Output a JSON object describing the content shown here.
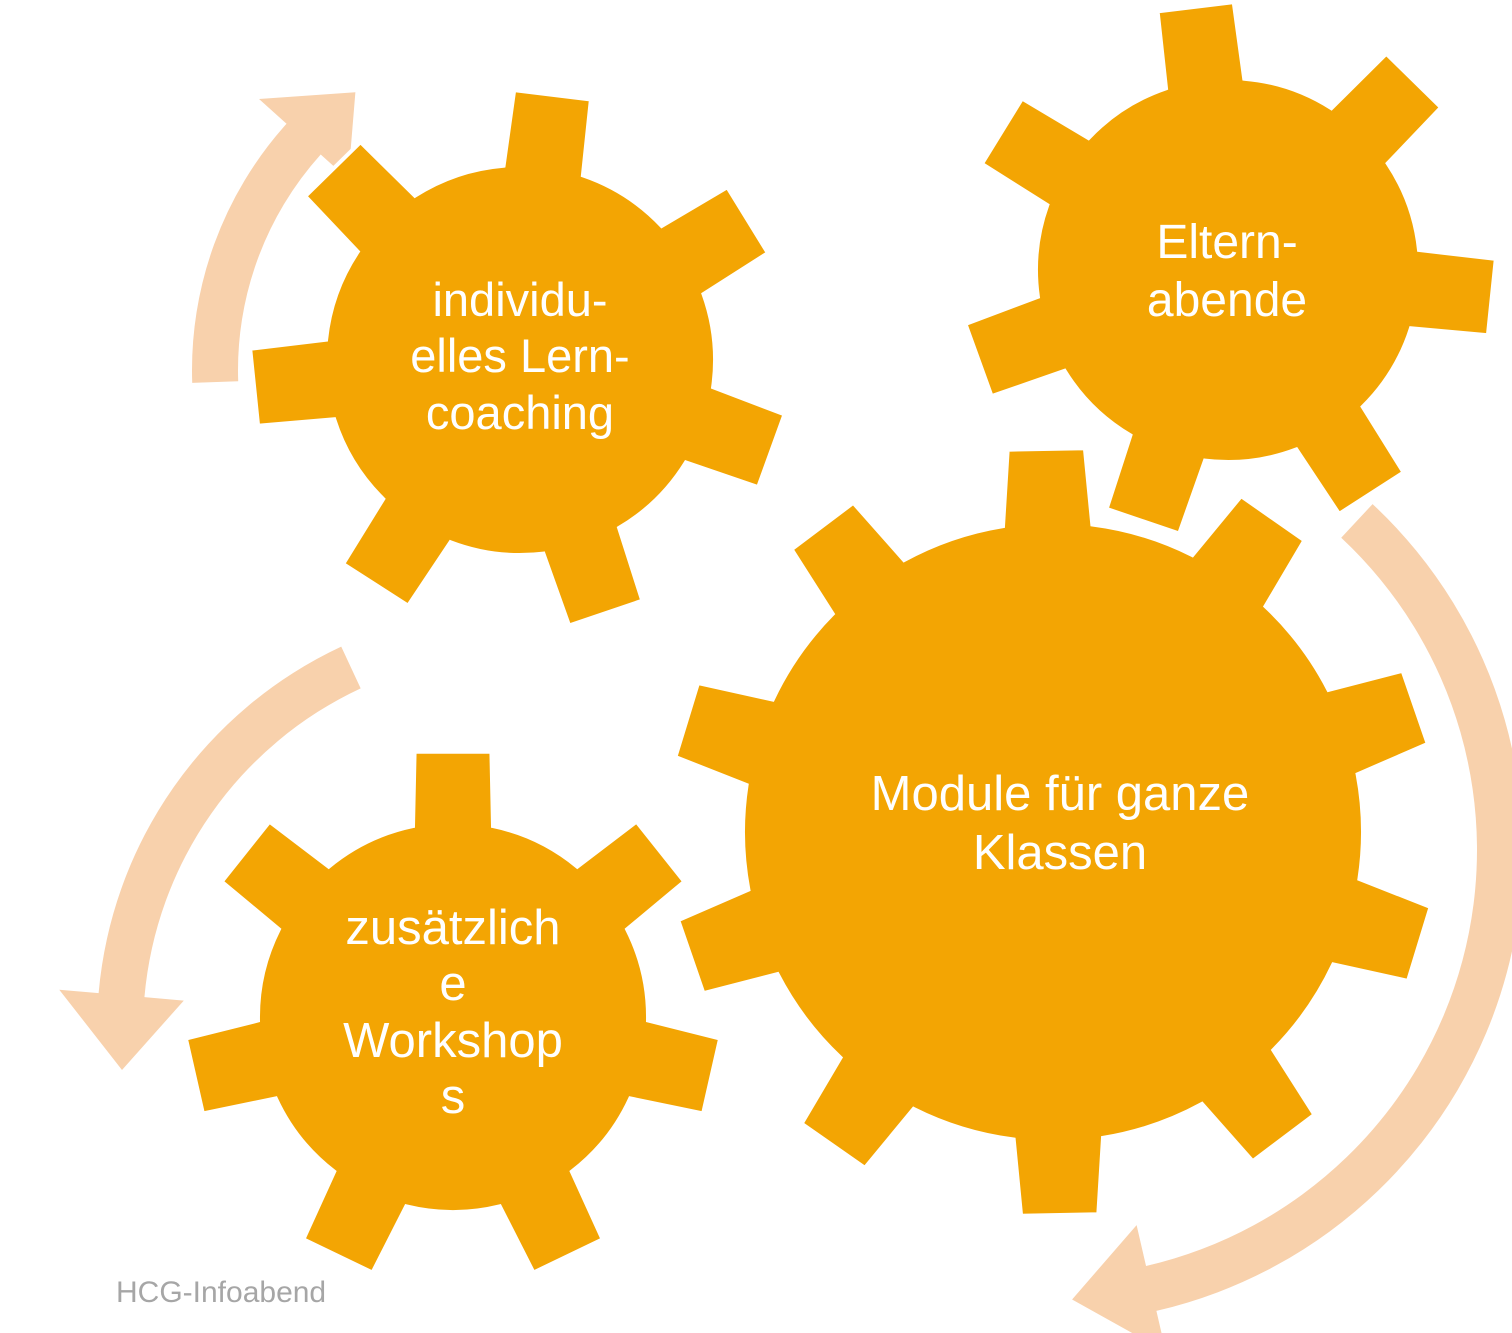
{
  "colors": {
    "gear": "#f3a503",
    "arrow": "#f8d1ac",
    "text": "#ffffff",
    "footer": "#a6a6a6"
  },
  "gears": [
    {
      "id": "lerncoaching",
      "lines": [
        "individu-",
        "elles Lern-",
        "coaching"
      ]
    },
    {
      "id": "elternabende",
      "lines": [
        "Eltern-",
        "abende"
      ]
    },
    {
      "id": "module",
      "lines": [
        "Module für ganze",
        "Klassen"
      ]
    },
    {
      "id": "workshops",
      "lines": [
        "zusätzlich",
        "e",
        "Workshop",
        "s"
      ]
    }
  ],
  "footer": "HCG-Infoabend"
}
